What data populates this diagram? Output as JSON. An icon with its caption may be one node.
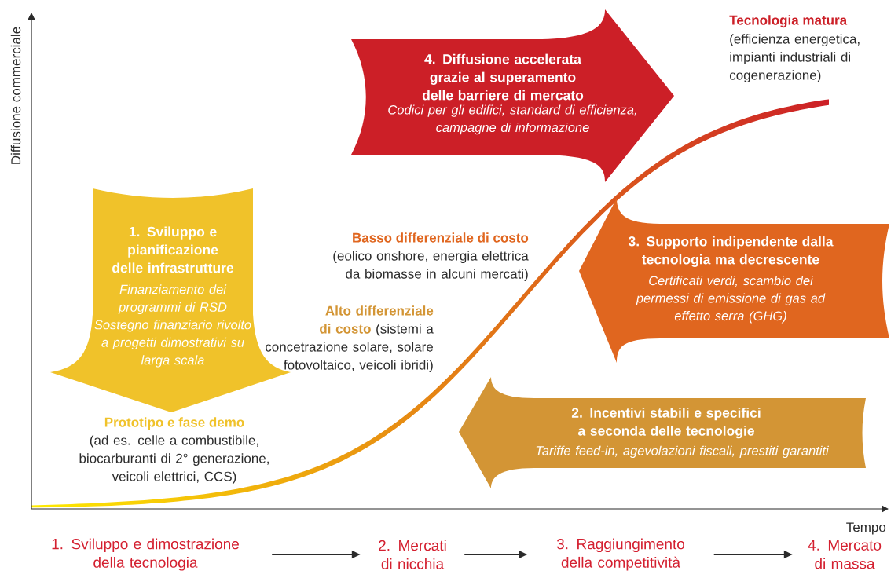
{
  "diagram": {
    "nodes": [
      {
        "text": [
          "1. Sviluppo e pianificazione delle infrastrutture",
          "Finanziamento dei programmi di RSD Sostegno finanziario rivolto a progetti dimostrativi su larga scala"
        ]
      },
      {
        "text": [
          "4. Diffusione accelerata grazie al superamento delle barriere di mercato",
          "Codici per gli edifici, standard di efficienza, campagne di informazione"
        ]
      },
      {
        "text": [
          "3. Supporto indipendente dalla tecnologia ma decrescente",
          "Certificati verdi, scambio dei permessi di emissione di gas ad effetto serra (GHG)"
        ]
      },
      {
        "text": [
          "2. Incentivi stabili e specifici a seconda delle tecnologie",
          "Tariffe feed-in, agevolazioni fiscali, prestiti garantiti"
        ]
      },
      {
        "text": [
          "1. Sviluppo e dimostrazione della tecnologia"
        ]
      },
      {
        "text": [
          "2. Mercati di nicchia"
        ]
      },
      {
        "text": [
          "3. Raggiungimento della competitività"
        ]
      },
      {
        "text": [
          "4. Mercato di massa"
        ]
      }
    ],
    "edges": [
      {
        "from": 4,
        "to": 5,
        "arrow": "to"
      },
      {
        "from": 5,
        "to": 6,
        "arrow": "to"
      },
      {
        "from": 6,
        "to": 7,
        "arrow": "to"
      }
    ],
    "labels": [
      "Diffusione commerciale",
      "Tecnologia matura",
      "(efficienza energetica, impianti industriali di cogenerazione)",
      "Basso differenziale di costo",
      "(eolico onshore, energia elettrica da biomasse in alcuni mercati)",
      "Alto differenziale di costo",
      "(sistemi a concetrazione solare, solare fotovoltaico, veicoli ibridi)",
      "Prototipo e fase demo",
      "(ad es. celle a combustibile, biocarburanti di 2° generazione, veicoli elettrici, CCS)",
      "Tempo"
    ]
  }
}
